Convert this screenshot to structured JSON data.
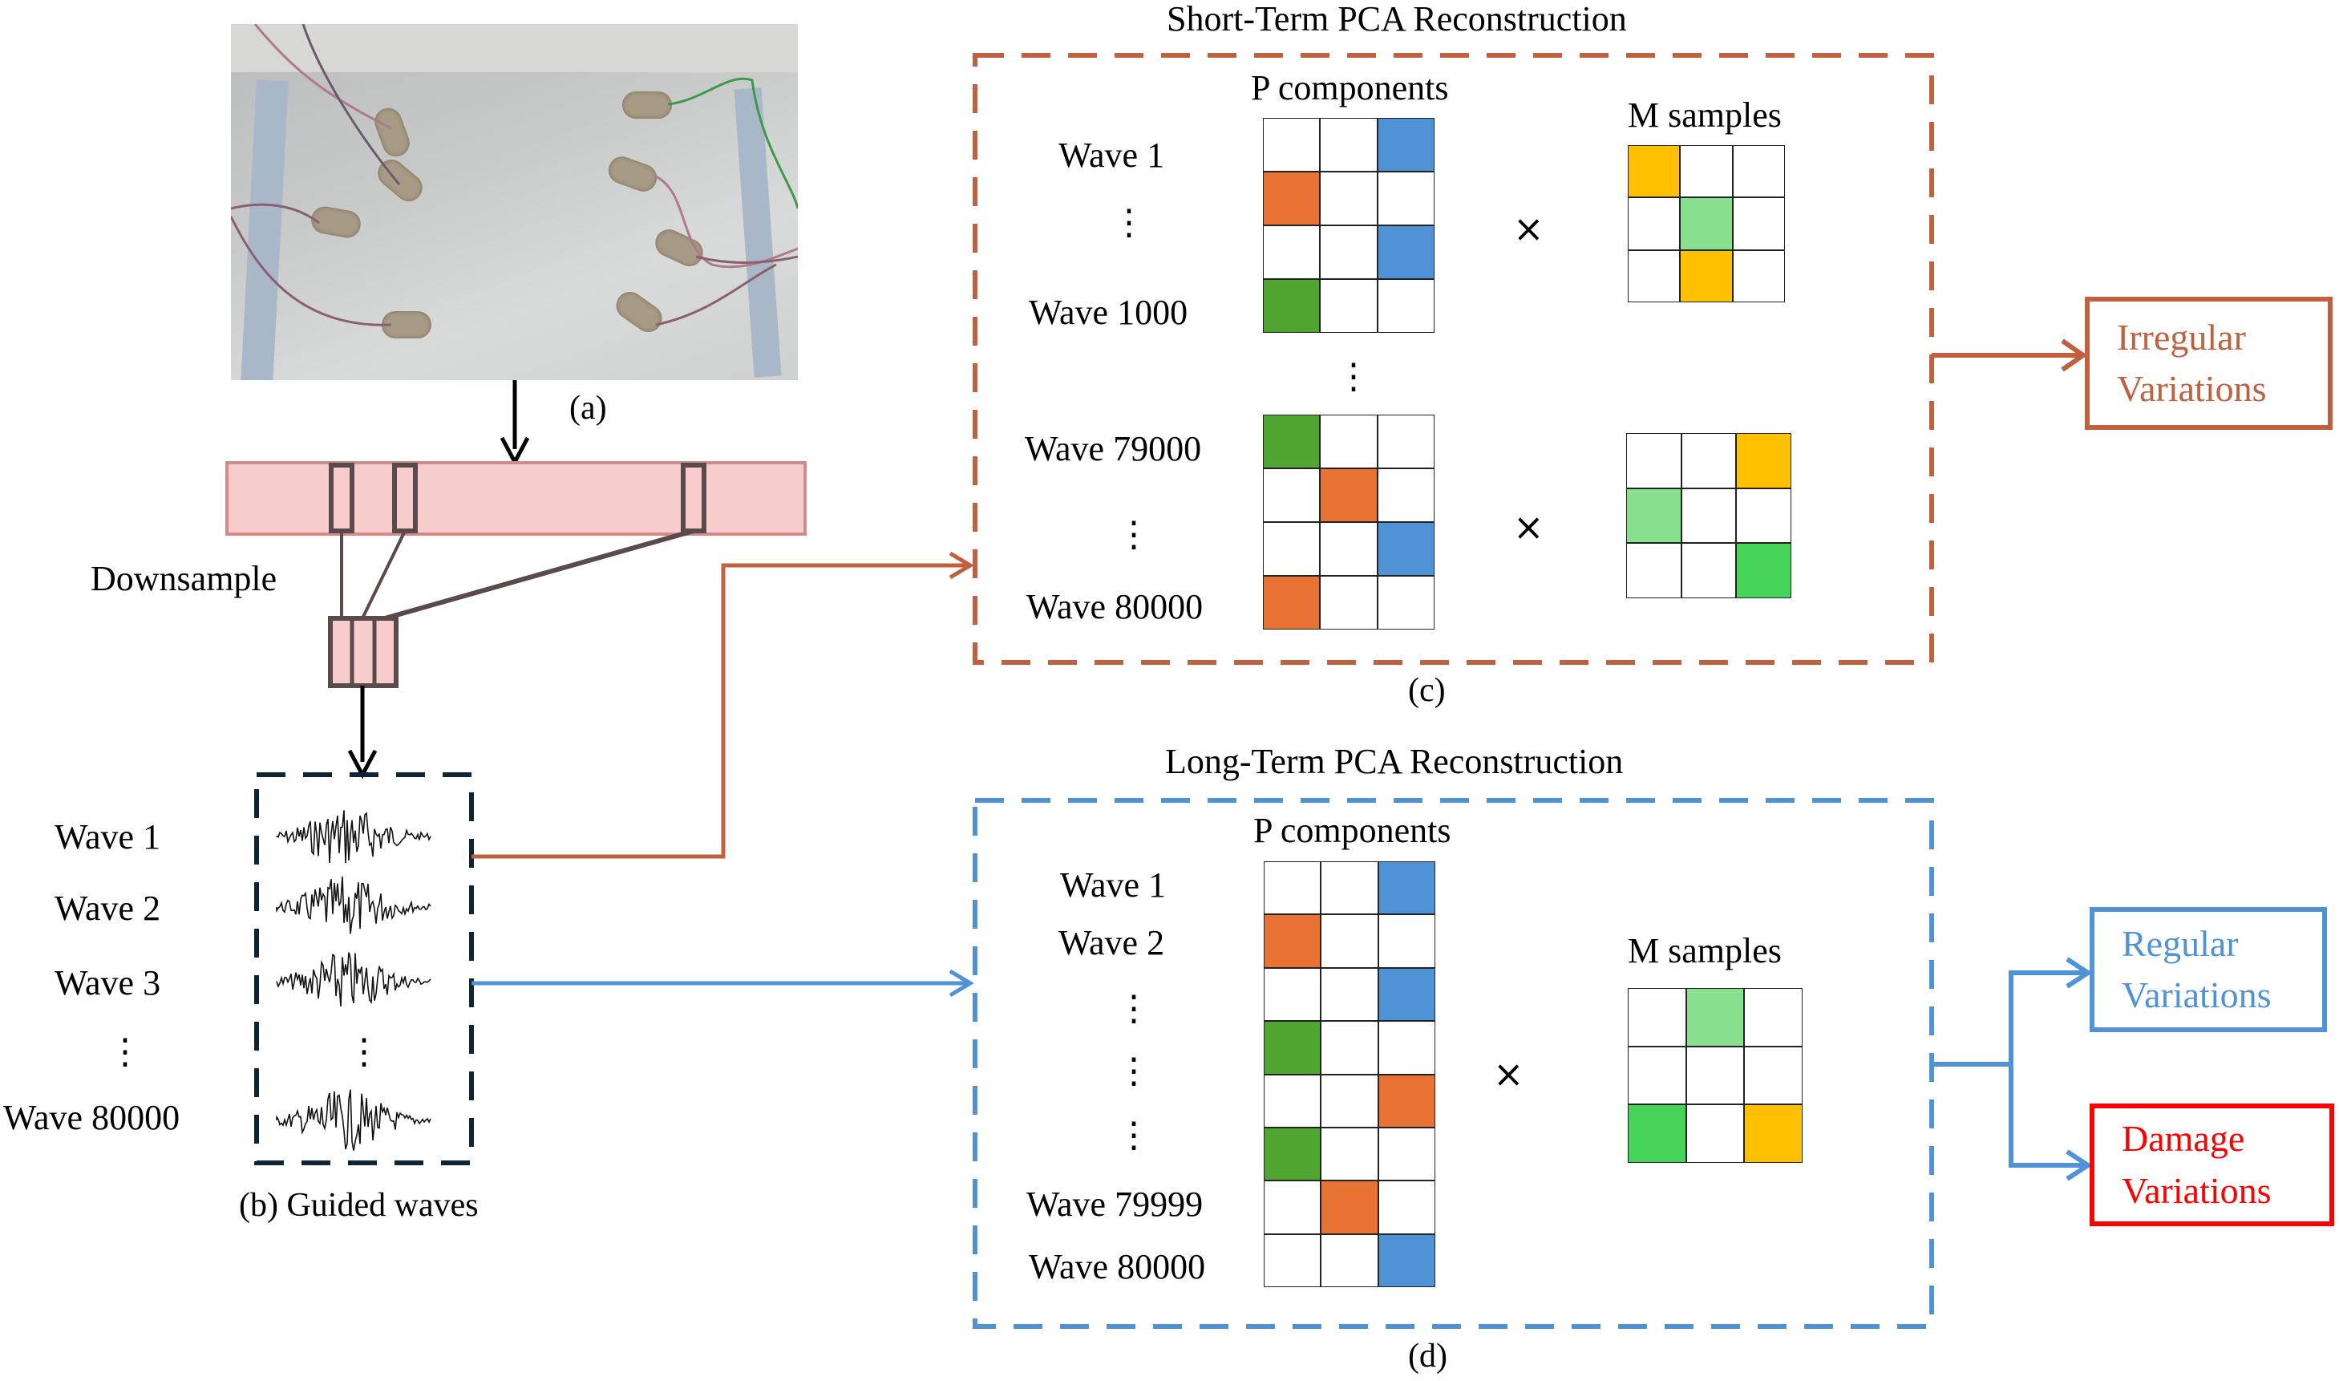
{
  "panel_a": {
    "caption": "(a)",
    "image": "plate-with-sensors-photo"
  },
  "downsample": {
    "label": "Downsample"
  },
  "panel_b": {
    "caption": "(b) Guided waves",
    "waves": [
      "Wave 1",
      "Wave 2",
      "Wave 3",
      "⋮",
      "Wave 80000"
    ],
    "waveform_dots": "⋮"
  },
  "panel_c": {
    "title": "Short-Term PCA Reconstruction",
    "caption": "(c)",
    "p_components_label": "P components",
    "m_samples_label": "M samples",
    "multiply": "×",
    "between_blocks": "⋮",
    "block1": {
      "labels": [
        "Wave 1",
        "⋮",
        "Wave 1000"
      ],
      "p_matrix": [
        [
          "",
          "",
          "blue"
        ],
        [
          "orange",
          "",
          ""
        ],
        [
          "",
          "",
          "blue"
        ],
        [
          "green",
          "",
          ""
        ]
      ],
      "m_matrix": [
        [
          "yellow",
          "",
          ""
        ],
        [
          "",
          "lightgreen",
          ""
        ],
        [
          "",
          "yellow",
          ""
        ]
      ]
    },
    "block2": {
      "labels": [
        "Wave 79000",
        "⋮",
        "Wave 80000"
      ],
      "p_matrix": [
        [
          "green",
          "",
          ""
        ],
        [
          "",
          "orange",
          ""
        ],
        [
          "",
          "",
          "blue"
        ],
        [
          "orange",
          "",
          ""
        ]
      ],
      "m_matrix": [
        [
          "",
          "",
          "yellow"
        ],
        [
          "lightgreen",
          "",
          ""
        ],
        [
          "",
          "",
          "brightgreen"
        ]
      ]
    }
  },
  "panel_d": {
    "title": "Long-Term PCA Reconstruction",
    "caption": "(d)",
    "p_components_label": "P components",
    "m_samples_label": "M samples",
    "multiply": "×",
    "labels": [
      "Wave 1",
      "Wave 2",
      "⋮",
      "⋮",
      "⋮",
      "Wave 79999",
      "Wave 80000"
    ],
    "p_matrix": [
      [
        "",
        "",
        "blue"
      ],
      [
        "orange",
        "",
        ""
      ],
      [
        "",
        "",
        "blue"
      ],
      [
        "green",
        "",
        ""
      ],
      [
        "",
        "",
        "orange"
      ],
      [
        "green",
        "",
        ""
      ],
      [
        "",
        "orange",
        ""
      ],
      [
        "",
        "",
        "blue"
      ]
    ],
    "m_matrix": [
      [
        "",
        "lightgreen",
        ""
      ],
      [
        "",
        "",
        ""
      ],
      [
        "brightgreen",
        "",
        "yellow"
      ]
    ]
  },
  "outputs": {
    "irregular": [
      "Irregular",
      "Variations"
    ],
    "regular": [
      "Regular",
      "Variations"
    ],
    "damage": [
      "Damage",
      "Variations"
    ]
  },
  "colors": {
    "short_term": "#C0603F",
    "long_term": "#4F93D6",
    "damage": "#FF0000",
    "guided_box": "#0F2535",
    "pink_fill": "#F7CCCC",
    "pink_edge": "#D48A8A",
    "window_edge": "#5A4A4A",
    "blue": "#4F93D6",
    "orange": "#E87234",
    "green": "#51A531",
    "lightgreen": "#88E08F",
    "brightgreen": "#45D35A",
    "yellow": "#FFC000"
  }
}
